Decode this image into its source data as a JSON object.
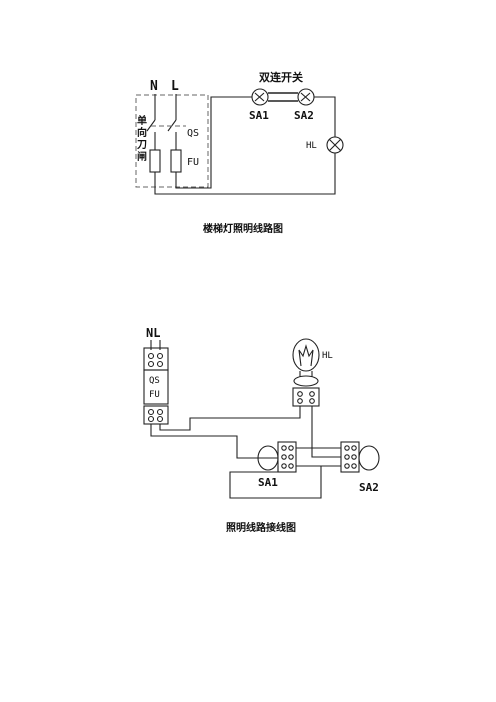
{
  "diagram1": {
    "label_n": "N",
    "label_l": "L",
    "label_switch_pair": "双连开关",
    "label_sa1": "SA1",
    "label_sa2": "SA2",
    "label_qs": "QS",
    "label_fu": "FU",
    "label_hl": "HL",
    "breaker_chars": [
      "单",
      "向",
      "刀",
      "闸"
    ],
    "caption": "楼梯灯照明线路图"
  },
  "diagram2": {
    "label_nl": "NL",
    "label_hl": "HL",
    "label_qs": "QS",
    "label_fu": "FU",
    "label_sa1": "SA1",
    "label_sa2": "SA2",
    "caption": "照明线路接线图"
  },
  "colors": {
    "line": "#222222",
    "dashed_box": "#666666",
    "background": "#ffffff"
  }
}
